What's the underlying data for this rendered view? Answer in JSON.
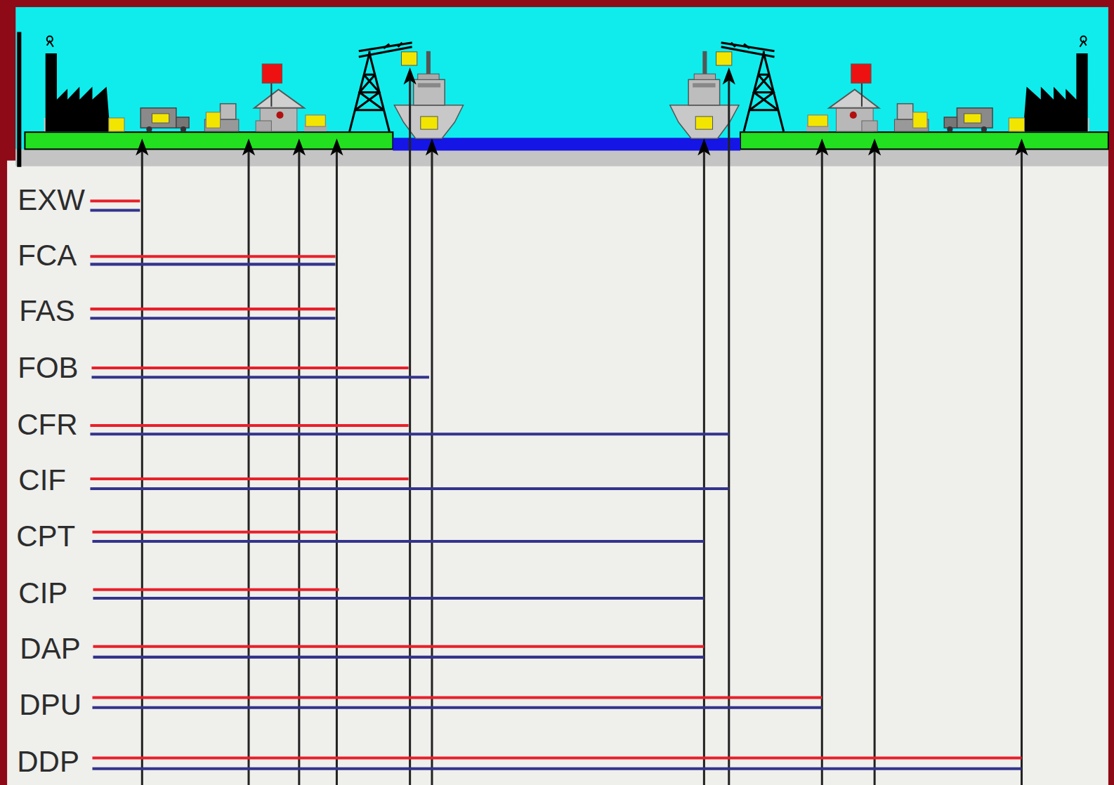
{
  "diagram": {
    "labels": [
      "EXW",
      "FCA",
      "FAS",
      "FOB",
      "CFR",
      "CIF",
      "CPT",
      "CIP",
      "DAP",
      "DPU",
      "DDP"
    ]
  }
}
